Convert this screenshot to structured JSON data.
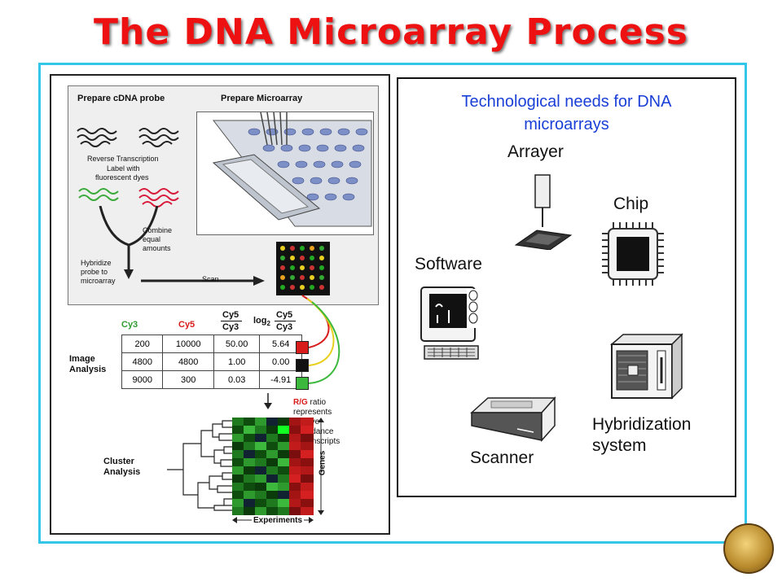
{
  "title": "The DNA Microarray Process",
  "colors": {
    "title": "#ee1111",
    "frame": "#33c6e8",
    "tech_heading": "#1a3fd6",
    "cy3": "#2e9a2e",
    "cy5": "#d81b1b"
  },
  "figure": {
    "prepare_probe": "Prepare cDNA probe",
    "prepare_microarray": "Prepare Microarray",
    "reverse_transcription": "Reverse Transcription",
    "label_line1": "Label with",
    "label_line2": "fluorescent dyes",
    "combine_line1": "Combine",
    "combine_line2": "equal",
    "combine_line3": "amounts",
    "hybridize_line1": "Hybridize",
    "hybridize_line2": "probe to",
    "hybridize_line3": "microarray",
    "scan": "Scan",
    "image_analysis_line1": "Image",
    "image_analysis_line2": "Analysis",
    "table": {
      "headers": [
        "Cy3",
        "Cy5",
        "Cy5/Cy3",
        "log2 Cy5/Cy3"
      ],
      "header_ratio_num": "Cy5",
      "header_ratio_den": "Cy3",
      "header_log": "log",
      "header_log_sub": "2",
      "rows": [
        [
          "200",
          "10000",
          "50.00",
          "5.64"
        ],
        [
          "4800",
          "4800",
          "1.00",
          "0.00"
        ],
        [
          "9000",
          "300",
          "0.03",
          "-4.91"
        ]
      ]
    },
    "rg_ratio_prefix": "R/G",
    "rg_ratio_line1": " ratio",
    "rg_ratio_line2": "represents",
    "rg_ratio_line3": "relative",
    "rg_ratio_line4": "abundance",
    "rg_ratio_line5": "of transcripts",
    "cluster_line1": "Cluster",
    "cluster_line2": "Analysis",
    "genes": "Genes",
    "experiments": "Experiments"
  },
  "tech": {
    "heading_line1": "Technological needs for DNA",
    "heading_line2": "microarrays",
    "arrayer": "Arrayer",
    "chip": "Chip",
    "software": "Software",
    "scanner": "Scanner",
    "hybridization_line1": "Hybridization",
    "hybridization_line2": "system"
  }
}
